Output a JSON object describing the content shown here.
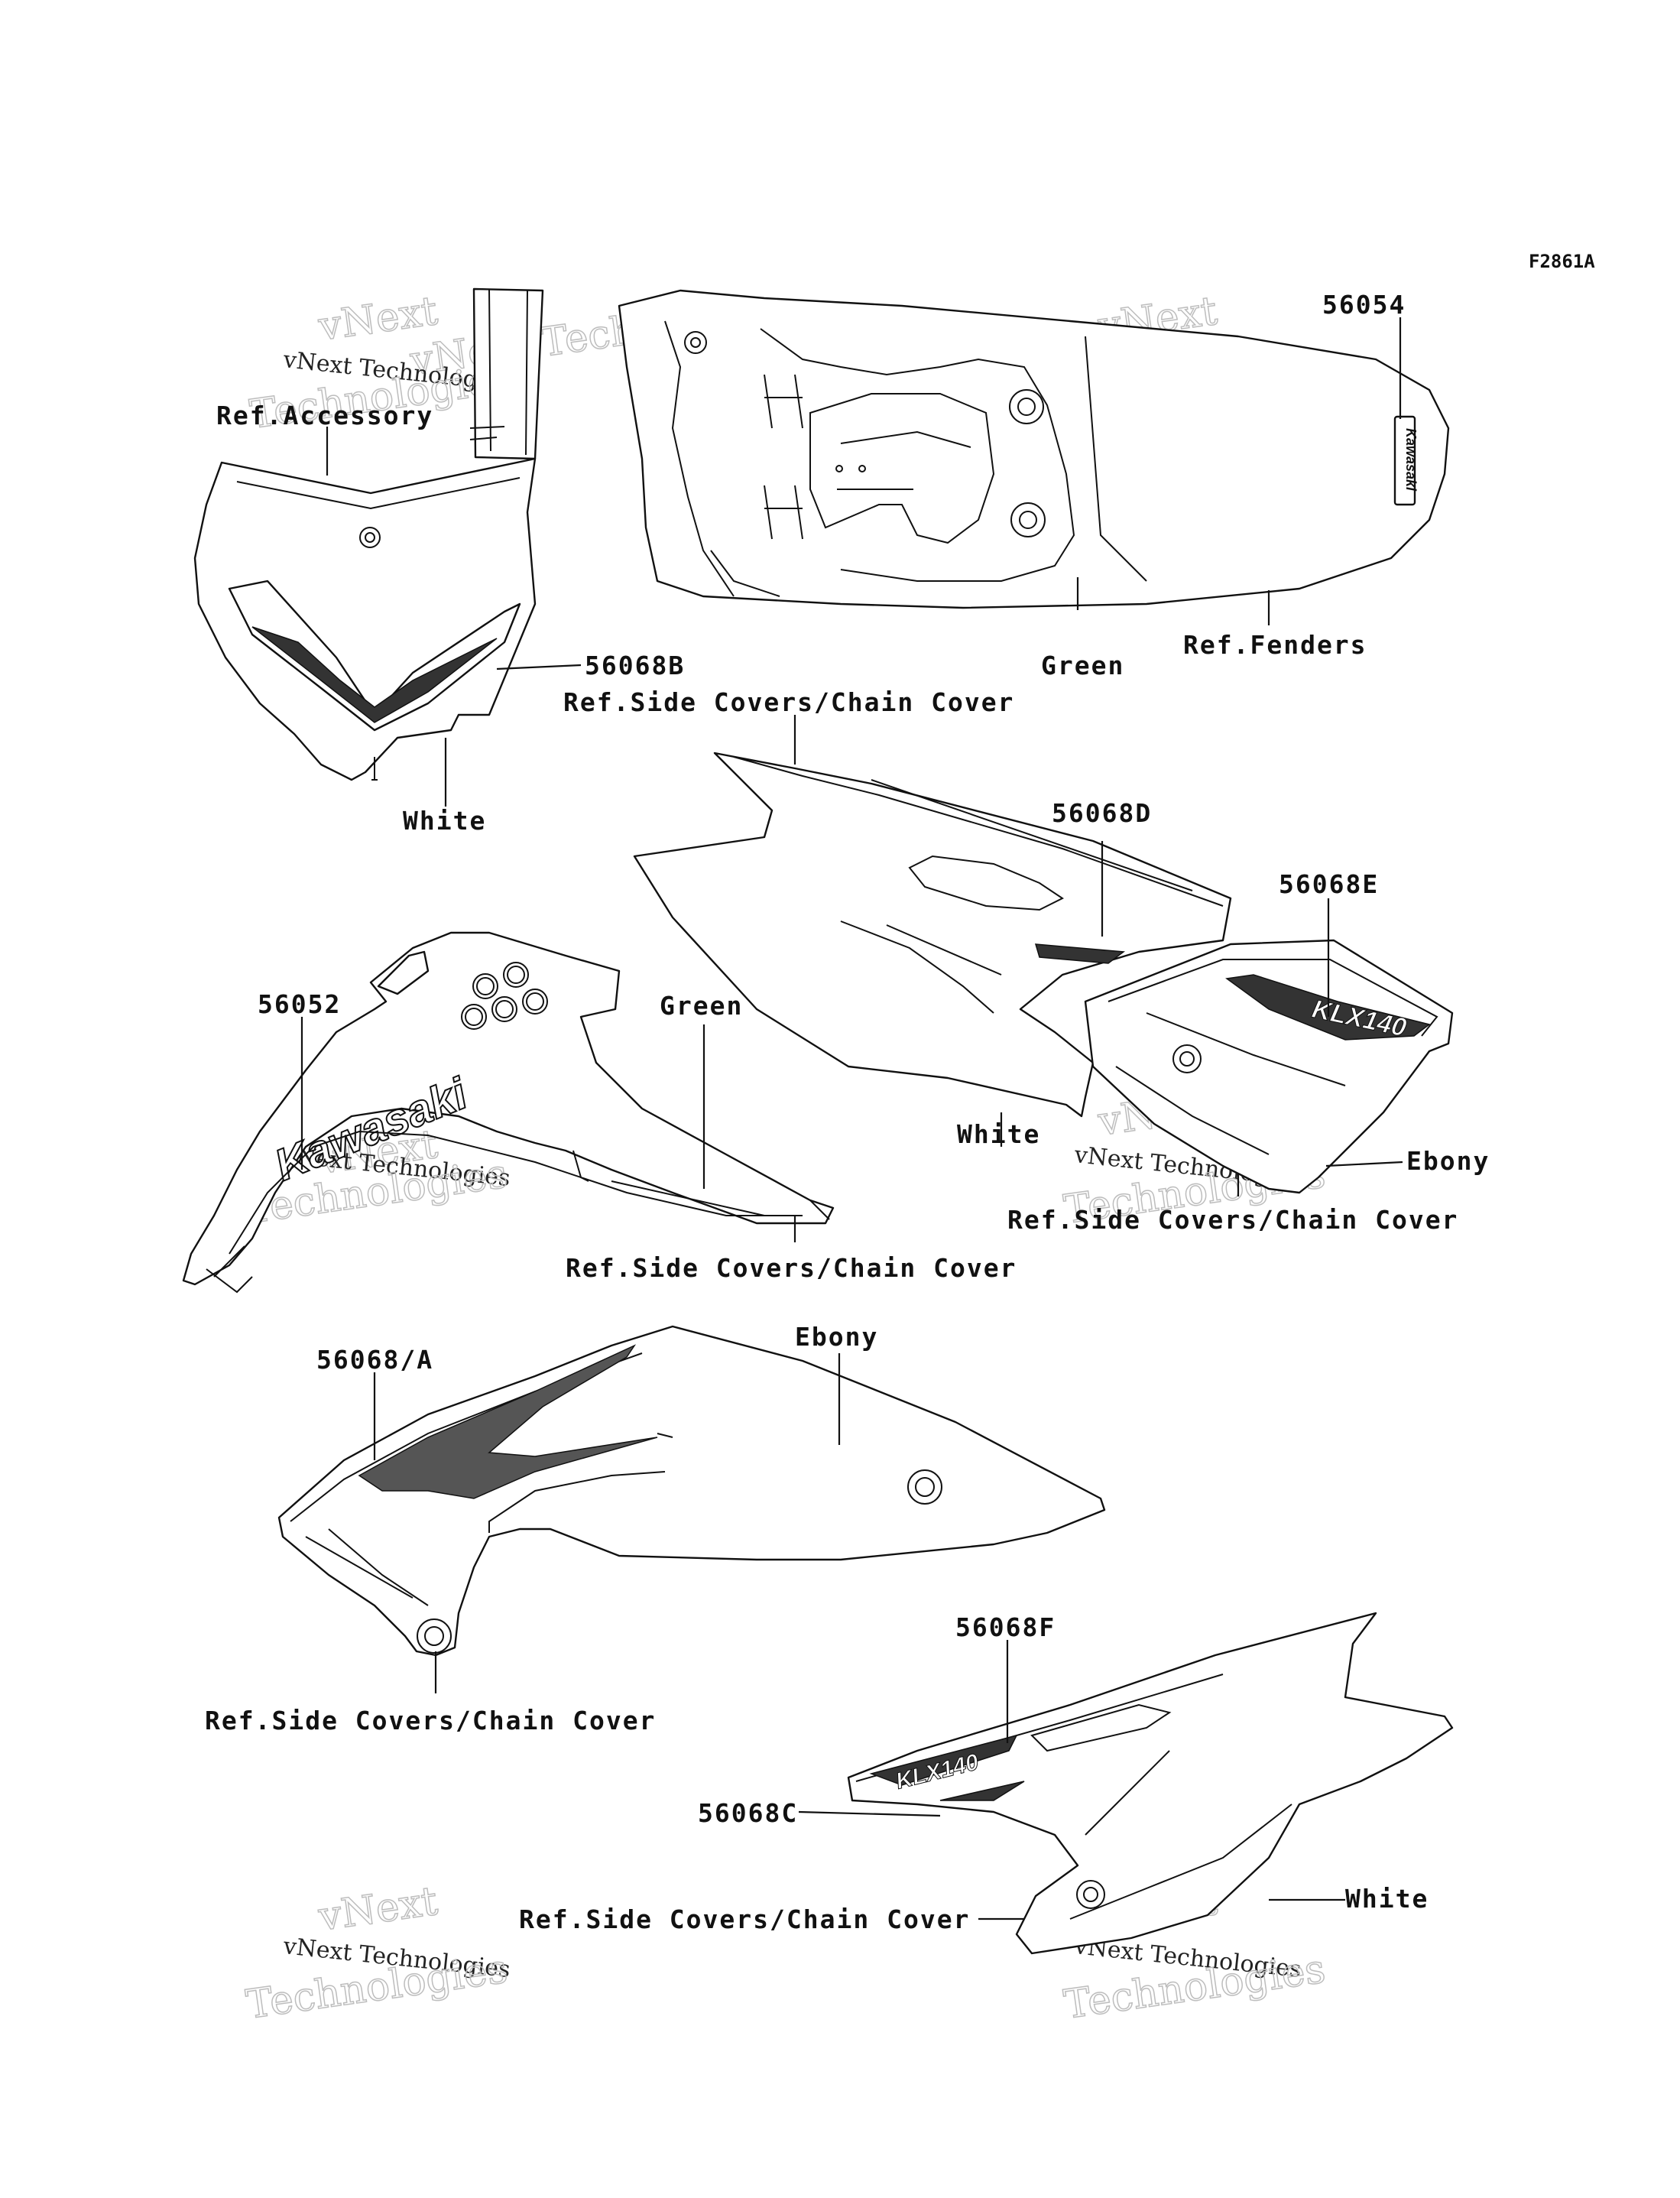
{
  "diagram_code": "F2861A",
  "watermark": {
    "line1": "vNext Technologies",
    "line2": "Technologies",
    "line3": "vNext"
  },
  "brand": {
    "logo": "Kawasaki",
    "model": "KLX140"
  },
  "labels": {
    "p56054": "56054",
    "ref_accessory": "Ref.Accessory",
    "green_fender": "Green",
    "ref_fenders": "Ref.Fenders",
    "p56068b": "56068B",
    "ref_scc_top": "Ref.Side Covers/Chain Cover",
    "white_plate": "White",
    "p56068d": "56068D",
    "p56068e": "56068E",
    "p56052": "56052",
    "green_shroud": "Green",
    "white_cover": "White",
    "ebony_right": "Ebony",
    "ref_scc_right": "Ref.Side Covers/Chain Cover",
    "ref_scc_mid": "Ref.Side Covers/Chain Cover",
    "p56068a": "56068/A",
    "ebony_shroud": "Ebony",
    "ref_scc_left": "Ref.Side Covers/Chain Cover",
    "p56068f": "56068F",
    "p56068c": "56068C",
    "ref_scc_bottom": "Ref.Side Covers/Chain Cover",
    "white_bottom": "White"
  }
}
